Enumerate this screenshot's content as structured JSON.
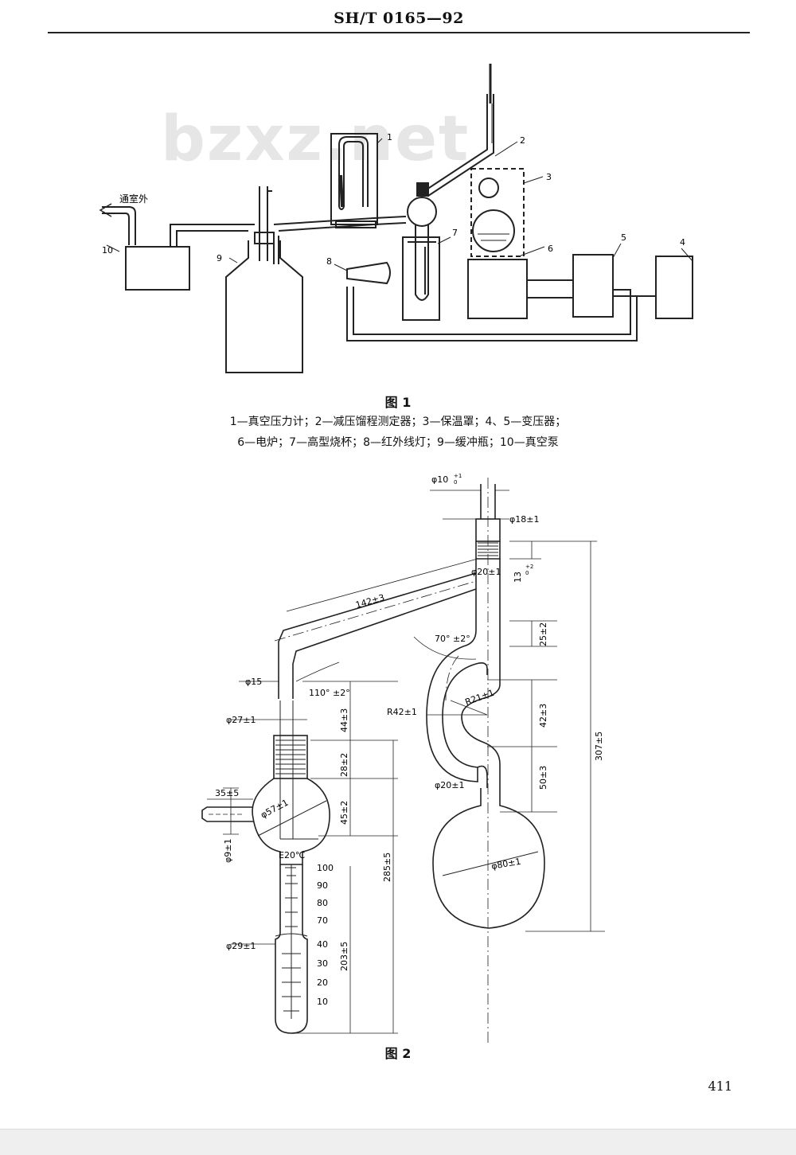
{
  "header": {
    "standard_code": "SH/T 0165—92"
  },
  "watermark": "bzxz.net",
  "figure1": {
    "title": "图 1",
    "outlet_label": "通室外",
    "part_numbers": [
      "1",
      "2",
      "3",
      "4",
      "5",
      "6",
      "7",
      "8",
      "9",
      "10"
    ],
    "caption_line1": "1—真空压力计；2—减压馏程测定器；3—保温罩；4、5—变压器；",
    "caption_line2": "6—电炉；7—高型烧杯；8—红外线灯；9—缓冲瓶；10—真空泵"
  },
  "figure2": {
    "title": "图 2",
    "dims": {
      "top_tube_diameter": "φ10",
      "top_tube_tol_upper": "+1",
      "top_tube_tol_lower": "0",
      "neck_outer": "φ18±1",
      "neck_inner": "φ20±1",
      "neck_length": "13",
      "neck_length_tol_upper": "+2",
      "neck_length_tol_lower": "0",
      "side_arm_length": "142±3",
      "angle_top": "70° ±2°",
      "seg_25": "25±2",
      "side_arm_diameter": "φ15",
      "angle_bottom": "110° ±2°",
      "seg_44": "44±3",
      "outer_radius": "R42±1",
      "inner_radius": "R21±1",
      "seg_42": "42±3",
      "total_307": "307±5",
      "joint_diameter": "φ27±1",
      "seg_28": "28±2",
      "bulb_tube": "35±5",
      "bulb_diameter": "φ57±1",
      "seg_45": "45±2",
      "lower_neck": "φ20±1",
      "seg_50": "50±3",
      "total_285": "285±5",
      "side_tube": "φ9±1",
      "temp_mark": "E20℃",
      "flask_diameter": "φ80±1",
      "receiver_diameter": "φ29±1",
      "seg_203": "203±5"
    },
    "scale_marks": [
      "100",
      "90",
      "80",
      "70",
      "40",
      "30",
      "20",
      "10"
    ]
  },
  "page_number": "411"
}
